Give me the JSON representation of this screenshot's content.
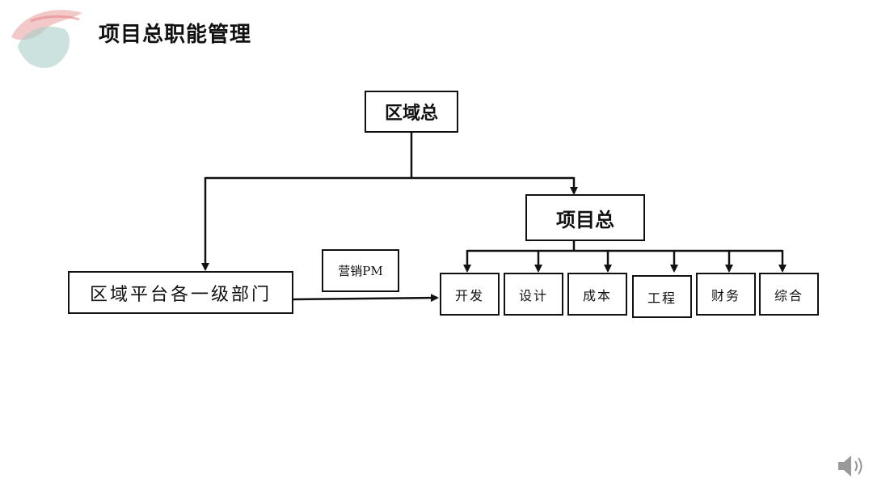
{
  "slide": {
    "title": "项目总职能管理"
  },
  "diagram": {
    "top_node": "区域总",
    "project_node": "项目总",
    "platform_node": "区域平台各一级部门",
    "pm_label": "营销PM",
    "departments": [
      "开发",
      "设计",
      "成本",
      "工程",
      "财务",
      "综合"
    ]
  },
  "colors": {
    "line": "#111111",
    "logo_red": "#e89a9a",
    "logo_teal": "#a8cfc8",
    "speaker": "#9a9a9a"
  },
  "icons": {
    "logo": "watercolor-brush-logo",
    "speaker": "speaker-icon"
  }
}
